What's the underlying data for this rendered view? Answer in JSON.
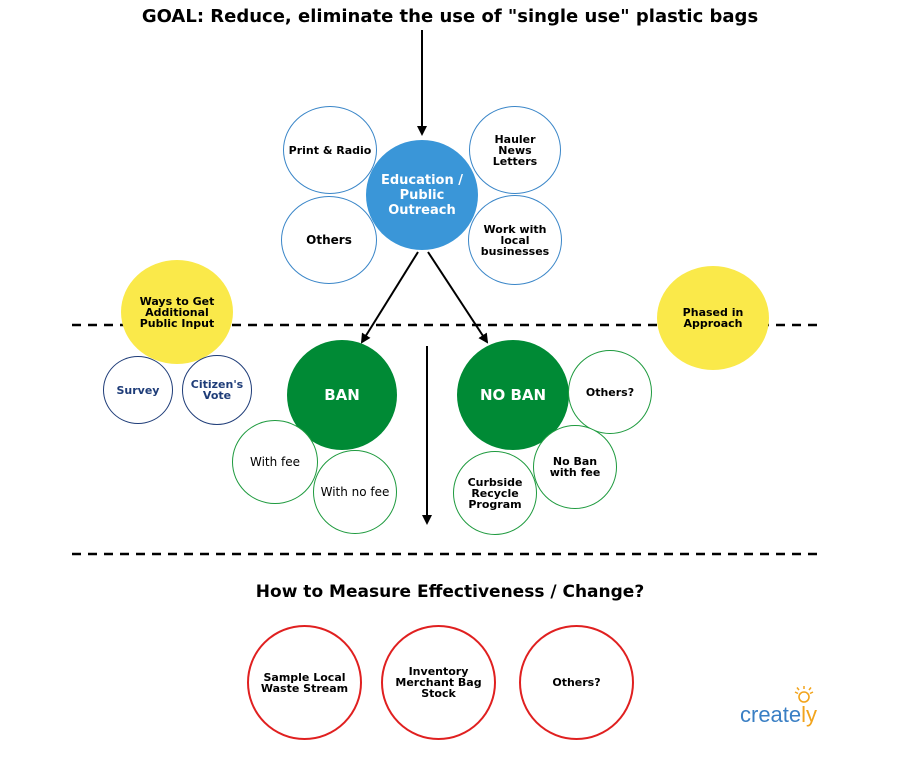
{
  "title": "GOAL: Reduce, eliminate the use of \"single use\" plastic bags",
  "measure_title": "How to Measure Effectiveness / Change?",
  "nodes": {
    "print_radio": "Print & Radio",
    "hauler_news": "Hauler News Letters",
    "education": "Education / Public Outreach",
    "others_top": "Others",
    "work_local": "Work with local businesses",
    "ways_public_input": "Ways to Get Additional Public Input",
    "survey": "Survey",
    "citizens_vote": "Citizen's Vote",
    "ban": "BAN",
    "no_ban": "NO BAN",
    "others_noban": "Others?",
    "phased": "Phased in Approach",
    "with_fee": "With fee",
    "with_no_fee": "With no fee",
    "no_ban_fee": "No Ban with fee",
    "curbside": "Curbside Recycle Program",
    "sample_waste": "Sample Local Waste Stream",
    "inventory": "Inventory Merchant Bag Stock",
    "others_measure": "Others?"
  },
  "logo": {
    "main": "create",
    "accent": "ly"
  },
  "colors": {
    "blue_outline": "#3a86c8",
    "blue_fill": "#3a96d8",
    "green_fill": "#008a35",
    "green_outline": "#1e9a3e",
    "yellow_fill": "#fae94a",
    "navy_outline": "#1e3c78",
    "red_outline": "#e02020"
  }
}
